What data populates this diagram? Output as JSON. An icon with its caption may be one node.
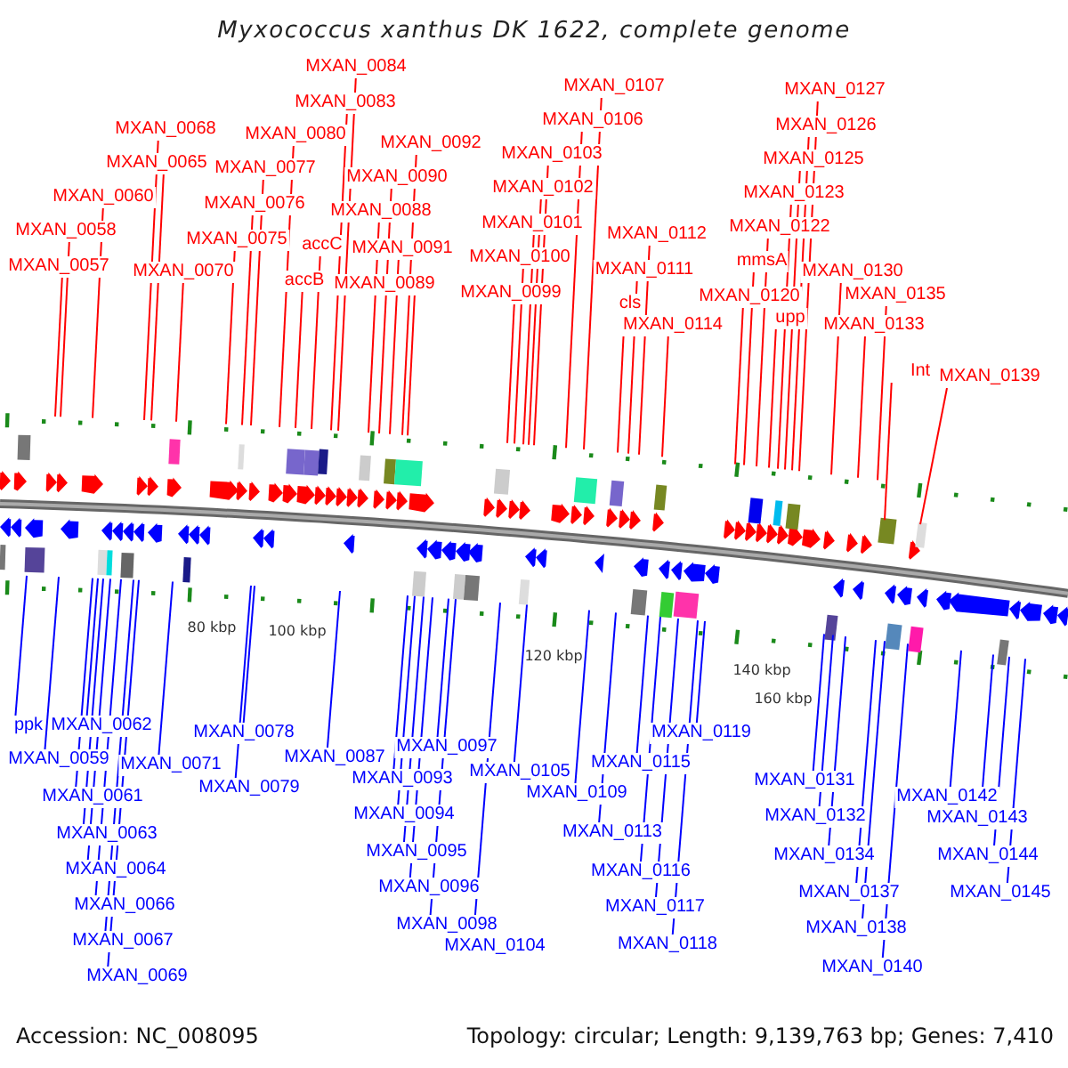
{
  "diagram": {
    "title": "Myxococcus xanthus DK 1622, complete genome",
    "nodes": [
      {
        "text": [
          "MXAN_0057"
        ]
      },
      {
        "text": [
          "MXAN_0058"
        ]
      },
      {
        "text": [
          "MXAN_0060"
        ]
      },
      {
        "text": [
          "MXAN_0065"
        ]
      },
      {
        "text": [
          "MXAN_0068"
        ]
      },
      {
        "text": [
          "MXAN_0070"
        ]
      },
      {
        "text": [
          "MXAN_0075"
        ]
      },
      {
        "text": [
          "MXAN_0076"
        ]
      },
      {
        "text": [
          "MXAN_0077"
        ]
      },
      {
        "text": [
          "MXAN_0080"
        ]
      },
      {
        "text": [
          "accB"
        ]
      },
      {
        "text": [
          "accC"
        ]
      },
      {
        "text": [
          "MXAN_0083"
        ]
      },
      {
        "text": [
          "MXAN_0084"
        ]
      },
      {
        "text": [
          "MXAN_0088"
        ]
      },
      {
        "text": [
          "MXAN_0089"
        ]
      },
      {
        "text": [
          "MXAN_0090"
        ]
      },
      {
        "text": [
          "MXAN_0091"
        ]
      },
      {
        "text": [
          "MXAN_0092"
        ]
      },
      {
        "text": [
          "MXAN_0099"
        ]
      },
      {
        "text": [
          "MXAN_0100"
        ]
      },
      {
        "text": [
          "MXAN_0101"
        ]
      },
      {
        "text": [
          "MXAN_0102"
        ]
      },
      {
        "text": [
          "MXAN_0103"
        ]
      },
      {
        "text": [
          "MXAN_0106"
        ]
      },
      {
        "text": [
          "MXAN_0107"
        ]
      },
      {
        "text": [
          "cls"
        ]
      },
      {
        "text": [
          "MXAN_0111"
        ]
      },
      {
        "text": [
          "MXAN_0112"
        ]
      },
      {
        "text": [
          "MXAN_0114"
        ]
      },
      {
        "text": [
          "MXAN_0120"
        ]
      },
      {
        "text": [
          "mmsA"
        ]
      },
      {
        "text": [
          "upp"
        ]
      },
      {
        "text": [
          "MXAN_0122"
        ]
      },
      {
        "text": [
          "MXAN_0123"
        ]
      },
      {
        "text": [
          "MXAN_0125"
        ]
      },
      {
        "text": [
          "MXAN_0126"
        ]
      },
      {
        "text": [
          "MXAN_0127"
        ]
      },
      {
        "text": [
          "MXAN_0130"
        ]
      },
      {
        "text": [
          "MXAN_0135"
        ]
      },
      {
        "text": [
          "MXAN_0133"
        ]
      },
      {
        "text": [
          "Int"
        ]
      },
      {
        "text": [
          "MXAN_0139"
        ]
      },
      {
        "text": [
          "ppk"
        ]
      },
      {
        "text": [
          "MXAN_0062"
        ]
      },
      {
        "text": [
          "MXAN_0059"
        ]
      },
      {
        "text": [
          "MXAN_0071"
        ]
      },
      {
        "text": [
          "MXAN_0061"
        ]
      },
      {
        "text": [
          "MXAN_0063"
        ]
      },
      {
        "text": [
          "MXAN_0064"
        ]
      },
      {
        "text": [
          "MXAN_0066"
        ]
      },
      {
        "text": [
          "MXAN_0067"
        ]
      },
      {
        "text": [
          "MXAN_0069"
        ]
      },
      {
        "text": [
          "MXAN_0078"
        ]
      },
      {
        "text": [
          "MXAN_0079"
        ]
      },
      {
        "text": [
          "MXAN_0087"
        ]
      },
      {
        "text": [
          "MXAN_0097"
        ]
      },
      {
        "text": [
          "MXAN_0093"
        ]
      },
      {
        "text": [
          "MXAN_0094"
        ]
      },
      {
        "text": [
          "MXAN_0095"
        ]
      },
      {
        "text": [
          "MXAN_0096"
        ]
      },
      {
        "text": [
          "MXAN_0098"
        ]
      },
      {
        "text": [
          "MXAN_0104"
        ]
      },
      {
        "text": [
          "MXAN_0105"
        ]
      },
      {
        "text": [
          "MXAN_0109"
        ]
      },
      {
        "text": [
          "MXAN_0113"
        ]
      },
      {
        "text": [
          "MXAN_0115"
        ]
      },
      {
        "text": [
          "MXAN_0116"
        ]
      },
      {
        "text": [
          "MXAN_0117"
        ]
      },
      {
        "text": [
          "MXAN_0118"
        ]
      },
      {
        "text": [
          "MXAN_0119"
        ]
      },
      {
        "text": [
          "MXAN_0131"
        ]
      },
      {
        "text": [
          "MXAN_0132"
        ]
      },
      {
        "text": [
          "MXAN_0134"
        ]
      },
      {
        "text": [
          "MXAN_0137"
        ]
      },
      {
        "text": [
          "MXAN_0138"
        ]
      },
      {
        "text": [
          "MXAN_0140"
        ]
      },
      {
        "text": [
          "MXAN_0142"
        ]
      },
      {
        "text": [
          "MXAN_0143"
        ]
      },
      {
        "text": [
          "MXAN_0144"
        ]
      },
      {
        "text": [
          "MXAN_0145"
        ]
      }
    ],
    "edges": [
      {
        "from": 0,
        "to": null,
        "arrow": "none"
      },
      {
        "from": 1,
        "to": null,
        "arrow": "none"
      },
      {
        "from": 2,
        "to": null,
        "arrow": "none"
      },
      {
        "from": 3,
        "to": null,
        "arrow": "none"
      },
      {
        "from": 4,
        "to": null,
        "arrow": "none"
      },
      {
        "from": 5,
        "to": null,
        "arrow": "none"
      },
      {
        "from": 6,
        "to": null,
        "arrow": "none"
      },
      {
        "from": 7,
        "to": null,
        "arrow": "none"
      },
      {
        "from": 8,
        "to": null,
        "arrow": "none"
      },
      {
        "from": 9,
        "to": null,
        "arrow": "none"
      },
      {
        "from": 10,
        "to": null,
        "arrow": "none"
      },
      {
        "from": 11,
        "to": null,
        "arrow": "none"
      },
      {
        "from": 12,
        "to": null,
        "arrow": "none"
      },
      {
        "from": 13,
        "to": null,
        "arrow": "none"
      },
      {
        "from": 14,
        "to": null,
        "arrow": "none"
      },
      {
        "from": 15,
        "to": null,
        "arrow": "none"
      },
      {
        "from": 16,
        "to": null,
        "arrow": "none"
      },
      {
        "from": 17,
        "to": null,
        "arrow": "none"
      },
      {
        "from": 18,
        "to": null,
        "arrow": "none"
      },
      {
        "from": 19,
        "to": null,
        "arrow": "none"
      },
      {
        "from": 20,
        "to": null,
        "arrow": "none"
      },
      {
        "from": 21,
        "to": null,
        "arrow": "none"
      },
      {
        "from": 22,
        "to": null,
        "arrow": "none"
      },
      {
        "from": 23,
        "to": null,
        "arrow": "none"
      },
      {
        "from": 24,
        "to": null,
        "arrow": "none"
      },
      {
        "from": 25,
        "to": null,
        "arrow": "none"
      },
      {
        "from": 26,
        "to": null,
        "arrow": "none"
      },
      {
        "from": 27,
        "to": null,
        "arrow": "none"
      },
      {
        "from": 28,
        "to": null,
        "arrow": "none"
      },
      {
        "from": 29,
        "to": null,
        "arrow": "none"
      },
      {
        "from": 30,
        "to": null,
        "arrow": "none"
      },
      {
        "from": 31,
        "to": null,
        "arrow": "none"
      },
      {
        "from": 32,
        "to": null,
        "arrow": "none"
      },
      {
        "from": 33,
        "to": null,
        "arrow": "none"
      },
      {
        "from": 34,
        "to": null,
        "arrow": "none"
      },
      {
        "from": 35,
        "to": null,
        "arrow": "none"
      },
      {
        "from": 36,
        "to": null,
        "arrow": "none"
      },
      {
        "from": 37,
        "to": null,
        "arrow": "none"
      },
      {
        "from": 38,
        "to": null,
        "arrow": "none"
      },
      {
        "from": 39,
        "to": null,
        "arrow": "none"
      },
      {
        "from": 40,
        "to": null,
        "arrow": "none"
      },
      {
        "from": 41,
        "to": null,
        "arrow": "none"
      },
      {
        "from": 42,
        "to": null,
        "arrow": "none"
      },
      {
        "from": 43,
        "to": null,
        "arrow": "none",
        "color": "#0000ff"
      },
      {
        "from": 44,
        "to": null,
        "arrow": "none",
        "color": "#0000ff"
      },
      {
        "from": 45,
        "to": null,
        "arrow": "none",
        "color": "#0000ff"
      },
      {
        "from": 46,
        "to": null,
        "arrow": "none",
        "color": "#0000ff"
      },
      {
        "from": 47,
        "to": null,
        "arrow": "none",
        "color": "#0000ff"
      },
      {
        "from": 48,
        "to": null,
        "arrow": "none",
        "color": "#0000ff"
      },
      {
        "from": 49,
        "to": null,
        "arrow": "none",
        "color": "#0000ff"
      },
      {
        "from": 50,
        "to": null,
        "arrow": "none",
        "color": "#0000ff"
      },
      {
        "from": 51,
        "to": null,
        "arrow": "none",
        "color": "#0000ff"
      },
      {
        "from": 52,
        "to": null,
        "arrow": "none",
        "color": "#0000ff"
      },
      {
        "from": 53,
        "to": null,
        "arrow": "none",
        "color": "#0000ff"
      },
      {
        "from": 54,
        "to": null,
        "arrow": "none",
        "color": "#0000ff"
      },
      {
        "from": 55,
        "to": null,
        "arrow": "none",
        "color": "#0000ff"
      },
      {
        "from": 56,
        "to": null,
        "arrow": "none",
        "color": "#0000ff"
      },
      {
        "from": 57,
        "to": null,
        "arrow": "none",
        "color": "#0000ff"
      },
      {
        "from": 58,
        "to": null,
        "arrow": "none",
        "color": "#0000ff"
      },
      {
        "from": 59,
        "to": null,
        "arrow": "none",
        "color": "#0000ff"
      },
      {
        "from": 60,
        "to": null,
        "arrow": "none",
        "color": "#0000ff"
      },
      {
        "from": 61,
        "to": null,
        "arrow": "none",
        "color": "#0000ff"
      },
      {
        "from": 62,
        "to": null,
        "arrow": "none",
        "color": "#0000ff"
      },
      {
        "from": 63,
        "to": null,
        "arrow": "none",
        "color": "#0000ff"
      },
      {
        "from": 64,
        "to": null,
        "arrow": "none",
        "color": "#0000ff"
      },
      {
        "from": 65,
        "to": null,
        "arrow": "none",
        "color": "#0000ff"
      },
      {
        "from": 66,
        "to": null,
        "arrow": "none",
        "color": "#0000ff"
      },
      {
        "from": 67,
        "to": null,
        "arrow": "none",
        "color": "#0000ff"
      },
      {
        "from": 68,
        "to": null,
        "arrow": "none",
        "color": "#0000ff"
      },
      {
        "from": 69,
        "to": null,
        "arrow": "none",
        "color": "#0000ff"
      },
      {
        "from": 70,
        "to": null,
        "arrow": "none",
        "color": "#0000ff"
      },
      {
        "from": 71,
        "to": null,
        "arrow": "none",
        "color": "#0000ff"
      },
      {
        "from": 72,
        "to": null,
        "arrow": "none",
        "color": "#0000ff"
      },
      {
        "from": 73,
        "to": null,
        "arrow": "none",
        "color": "#0000ff"
      },
      {
        "from": 74,
        "to": null,
        "arrow": "none",
        "color": "#0000ff"
      },
      {
        "from": 75,
        "to": null,
        "arrow": "none",
        "color": "#0000ff"
      },
      {
        "from": 76,
        "to": null,
        "arrow": "none",
        "color": "#0000ff"
      },
      {
        "from": 77,
        "to": null,
        "arrow": "none",
        "color": "#0000ff"
      },
      {
        "from": 78,
        "to": null,
        "arrow": "none",
        "color": "#0000ff"
      },
      {
        "from": 79,
        "to": null,
        "arrow": "none",
        "color": "#0000ff"
      },
      {
        "from": 80,
        "to": null,
        "arrow": "none",
        "color": "#0000ff"
      }
    ],
    "labels": [
      "80 kbp",
      "100 kbp",
      "120 kbp",
      "140 kbp",
      "160 kbp",
      "Accession: NC_008095",
      "Topology: circular; Length: 9,139,763 bp; Genes: 7,410"
    ]
  }
}
